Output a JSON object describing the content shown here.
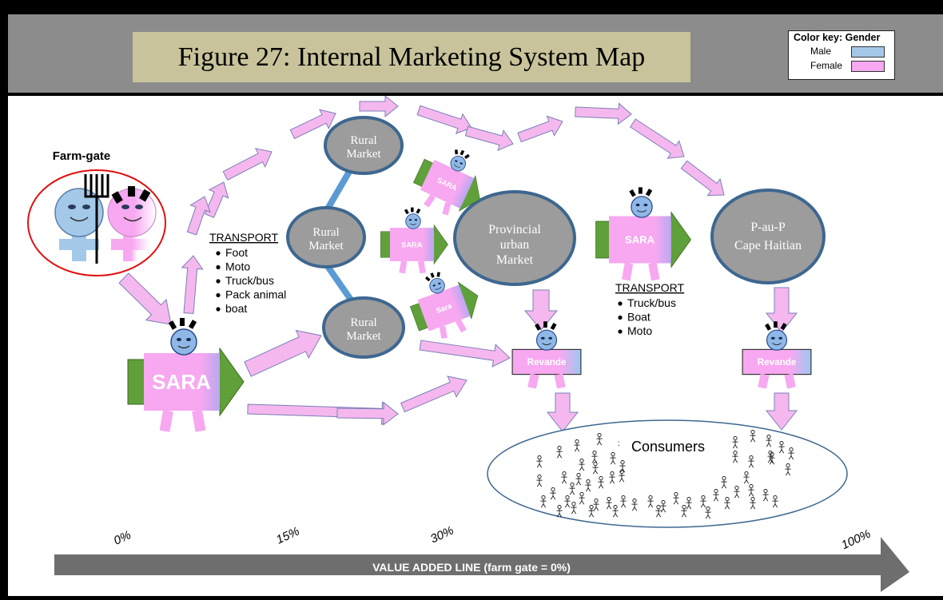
{
  "title": "Figure 27: Internal Marketing System Map",
  "color_key": {
    "title": "Color key: Gender",
    "male_label": "Male",
    "female_label": "Female",
    "male_color": "#a4c8e8",
    "female_color": "#f7a8f0"
  },
  "colors": {
    "arrow_fill": "#f5b8ee",
    "arrow_stroke": "#7a7fb8",
    "market_fill": "#9c9c9c",
    "market_stroke": "#3d6790",
    "sara_green": "#5fa03a",
    "face_blue": "#8fb8e8",
    "value_line": "#6e6e6e"
  },
  "farm_gate": {
    "label": "Farm-gate"
  },
  "transport_left": {
    "heading": "TRANSPORT",
    "items": [
      "Foot",
      "Moto",
      "Truck/bus",
      "Pack animal",
      "boat"
    ]
  },
  "transport_right": {
    "heading": "TRANSPORT",
    "items": [
      "Truck/bus",
      "Boat",
      "Moto"
    ]
  },
  "markets": {
    "rural_top": [
      "Rural",
      "Market"
    ],
    "rural_mid": [
      "Rural",
      "Market"
    ],
    "rural_bottom": [
      "Rural",
      "Market"
    ],
    "provincial": [
      "Provincial",
      "urban",
      "Market"
    ],
    "capital": [
      "P-au-P",
      "Cape Haitian"
    ]
  },
  "sellers": {
    "sara_main": "SARA",
    "sara_upper": "SARA",
    "sara_mid": "SARA",
    "sara_lower": "Sara",
    "sara_right": "SARA",
    "revande_left": "Revande",
    "revande_right": "Revande"
  },
  "consumers": {
    "label": "Consumers",
    "colon_mark": ":"
  },
  "value_line": {
    "label": "VALUE ADDED LINE (farm gate = 0%)",
    "ticks": [
      "0%",
      "15%",
      "30%",
      "100%"
    ]
  }
}
